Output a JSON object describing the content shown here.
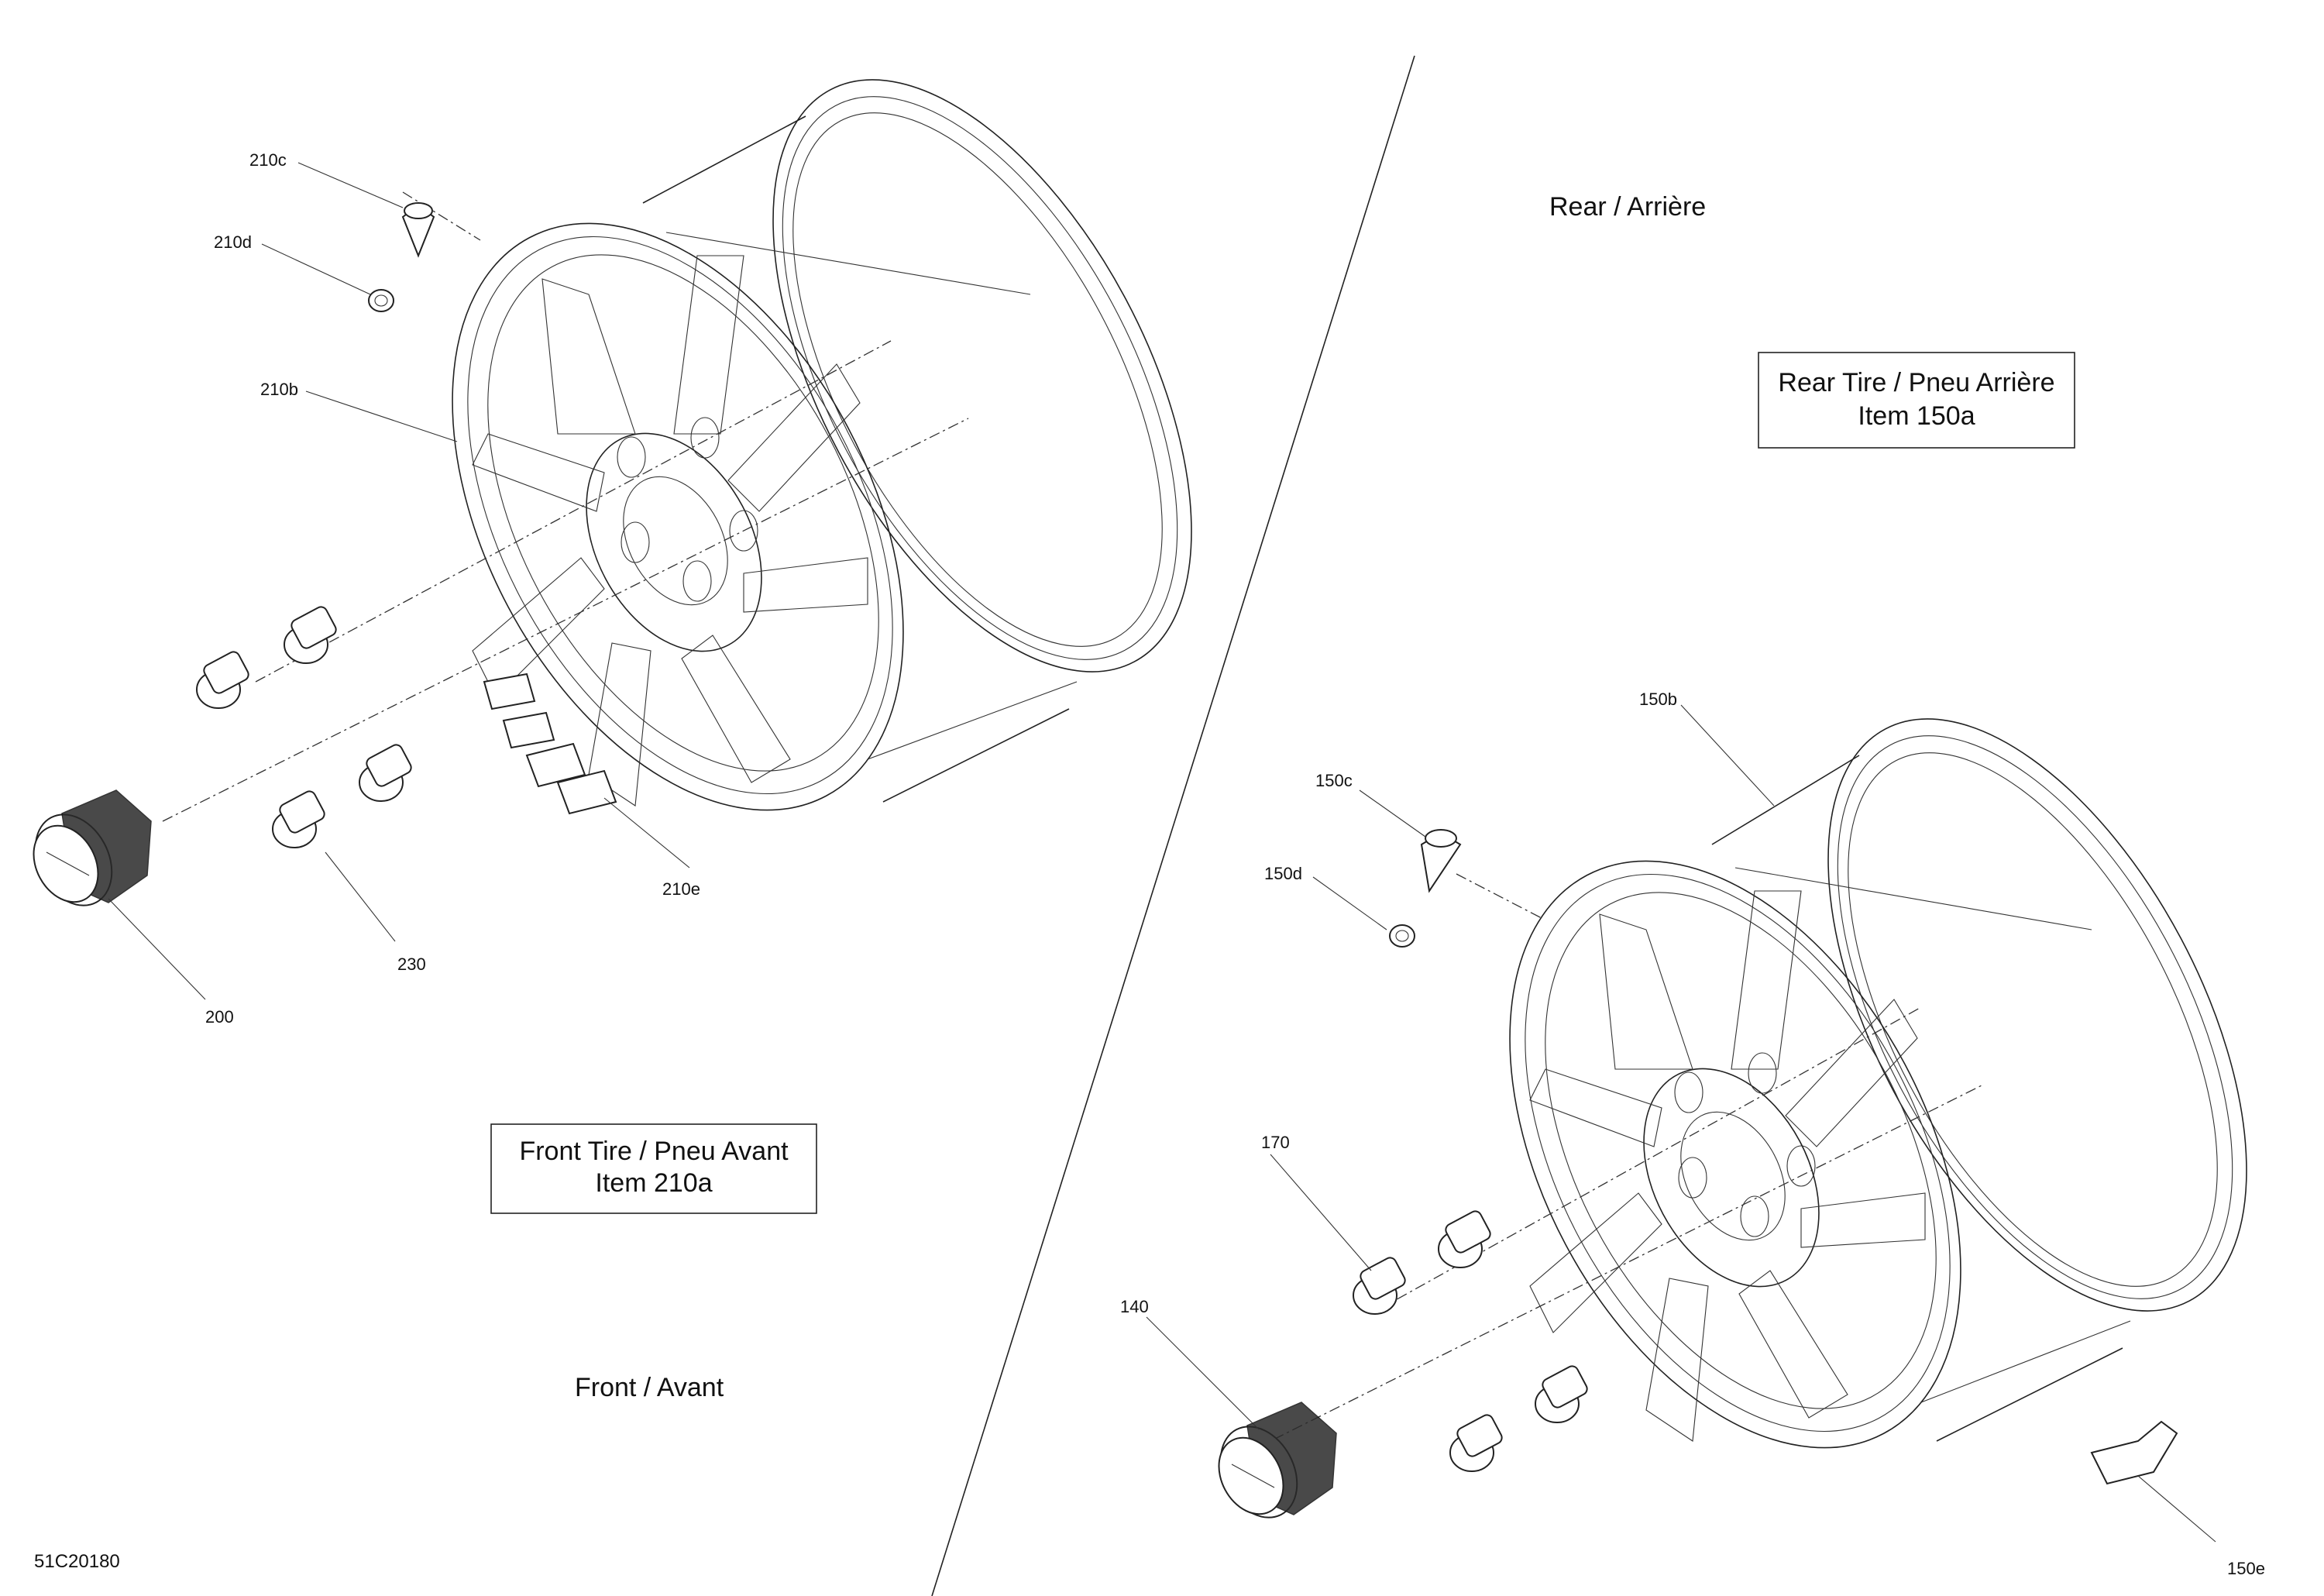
{
  "doc_id": "51C20180",
  "sections": {
    "rear_title": "Rear / Arrière",
    "front_title": "Front / Avant"
  },
  "boxes": {
    "rear": {
      "line1": "Rear Tire / Pneu Arrière",
      "line2": "Item 150a"
    },
    "front": {
      "line1": "Front Tire / Pneu Avant",
      "line2": "Item 210a"
    }
  },
  "callouts": {
    "c210c": "210c",
    "c210d": "210d",
    "c210b": "210b",
    "c210e": "210e",
    "c230": "230",
    "c200": "200",
    "c150b": "150b",
    "c150c": "150c",
    "c150d": "150d",
    "c170": "170",
    "c140": "140",
    "c150e": "150e"
  }
}
